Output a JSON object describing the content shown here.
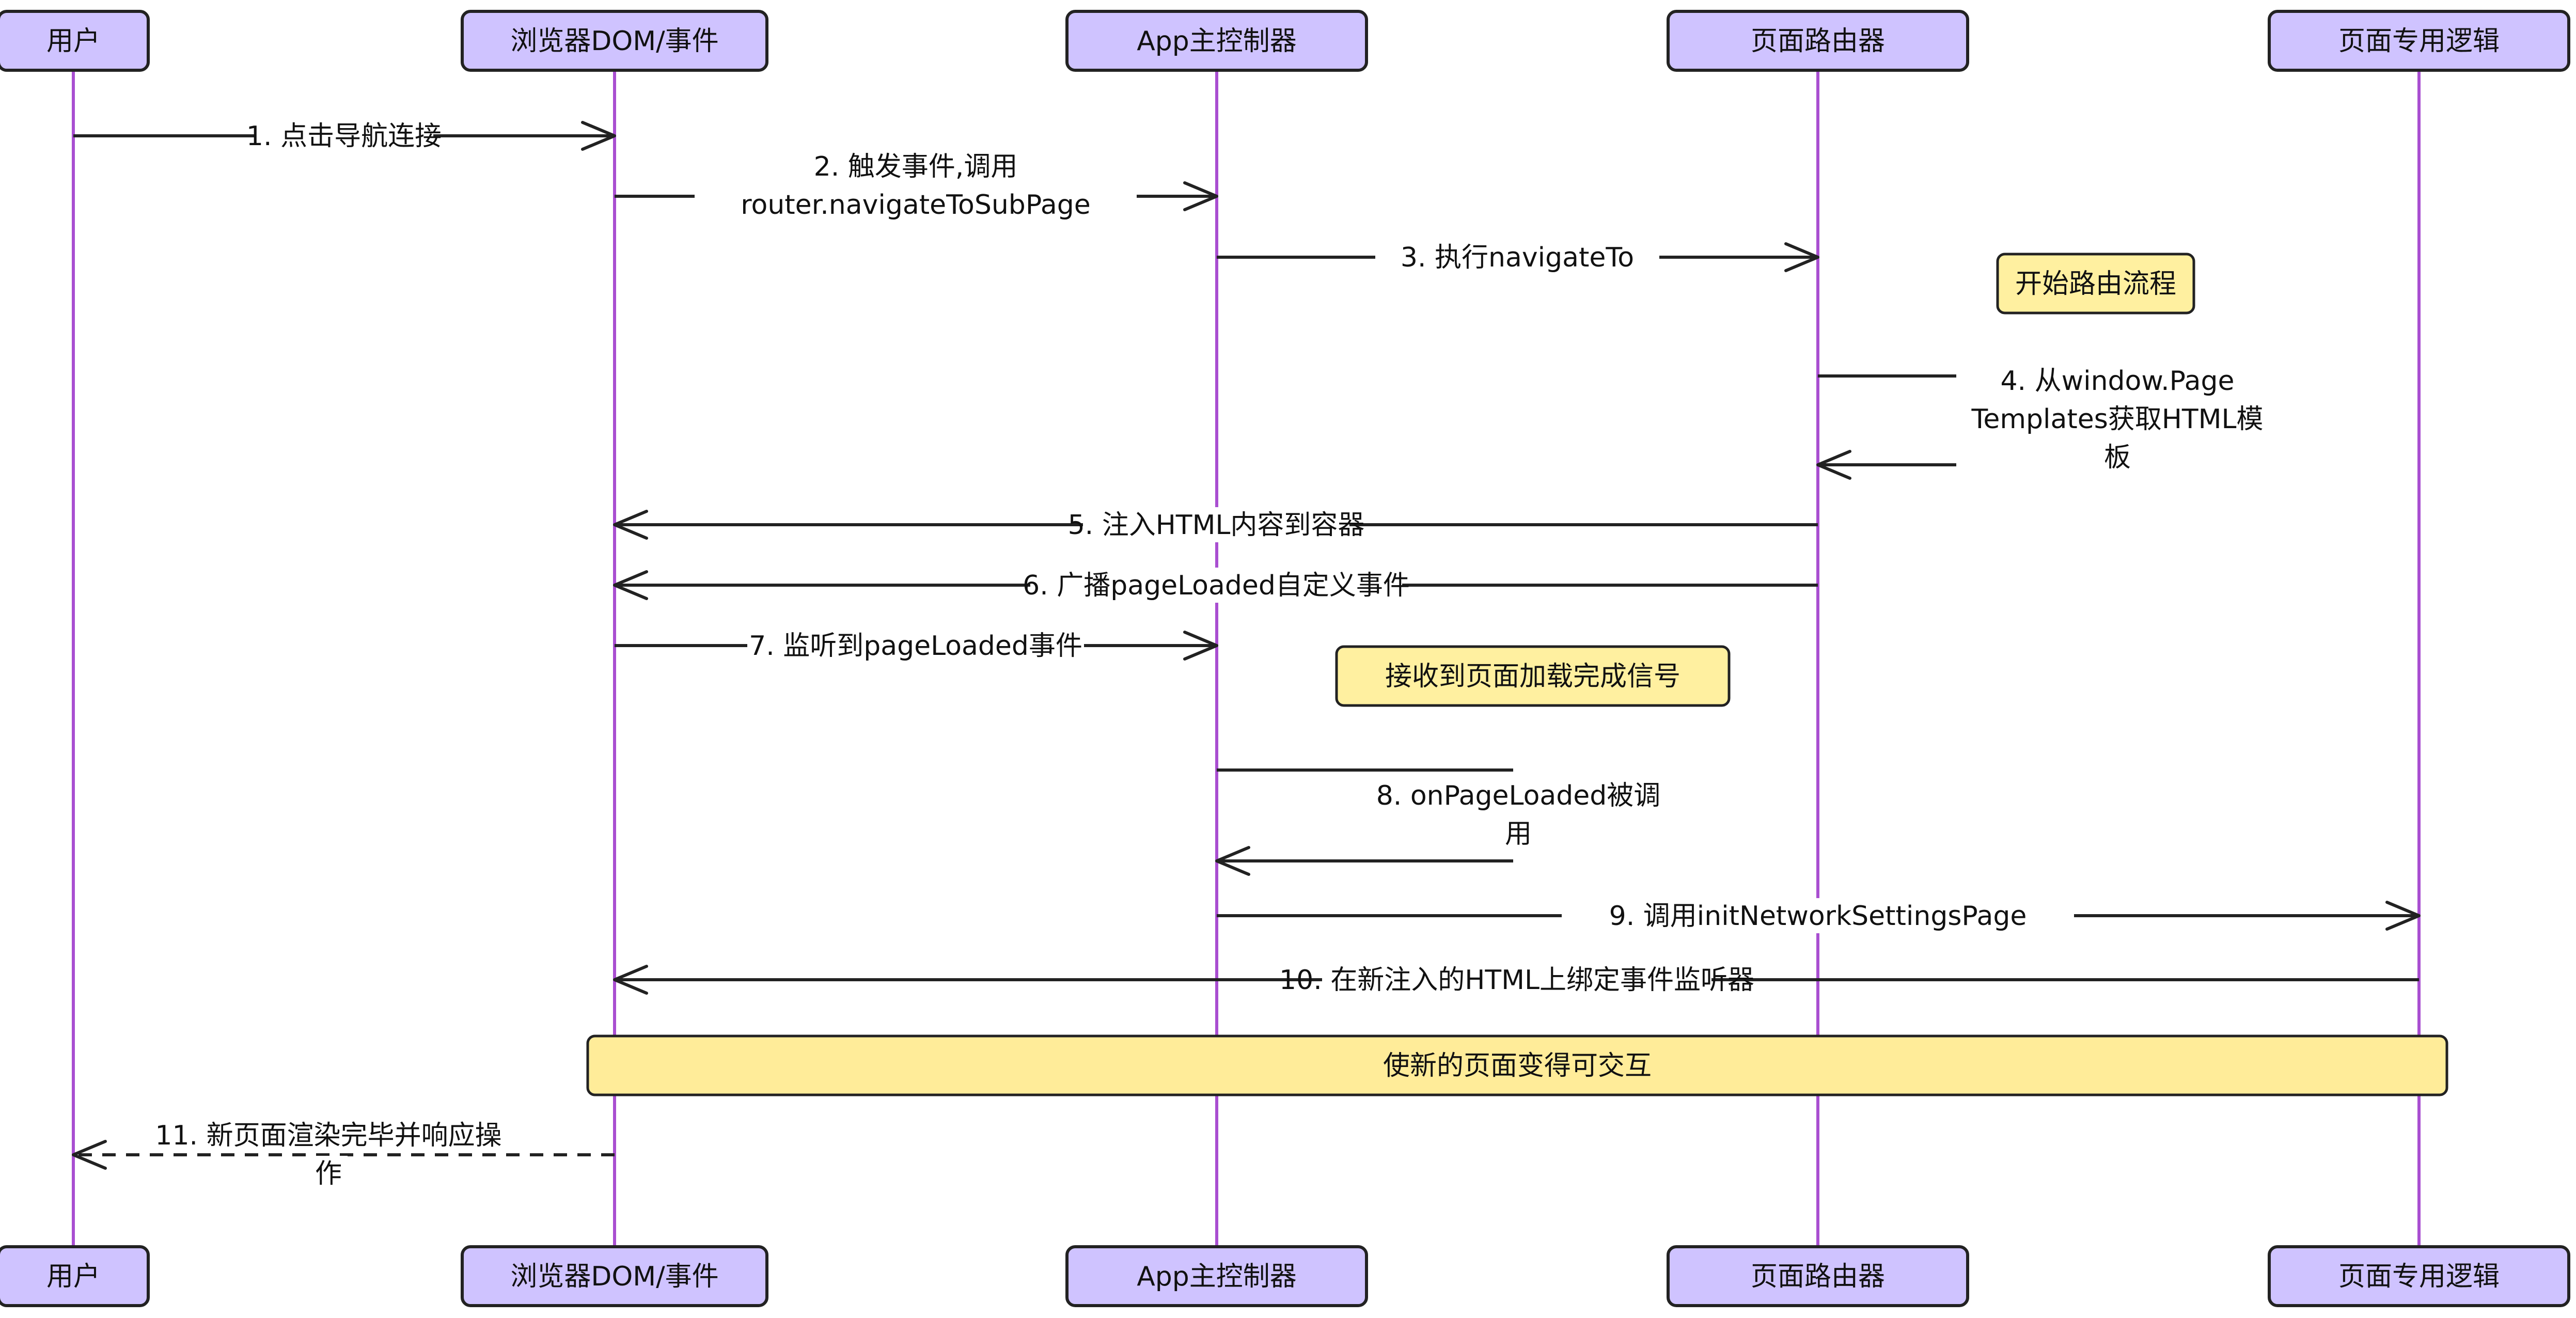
{
  "actors": [
    {
      "id": "user",
      "label": "用户"
    },
    {
      "id": "dom",
      "label": "浏览器DOM/事件"
    },
    {
      "id": "app",
      "label": "App主控制器"
    },
    {
      "id": "router",
      "label": "页面路由器"
    },
    {
      "id": "page",
      "label": "页面专用逻辑"
    }
  ],
  "messages": [
    {
      "from": "user",
      "to": "dom",
      "lines": [
        "1. 点击导航连接"
      ]
    },
    {
      "from": "dom",
      "to": "app",
      "lines": [
        "2. 触发事件,调用",
        "router.navigateToSubPage"
      ]
    },
    {
      "from": "app",
      "to": "router",
      "lines": [
        "3. 执行navigateTo"
      ]
    },
    {
      "from": "router",
      "to": "router",
      "lines": [
        "4. 从window.Page",
        "Templates获取HTML模",
        "板"
      ]
    },
    {
      "from": "router",
      "to": "dom",
      "lines": [
        "5. 注入HTML内容到容器"
      ]
    },
    {
      "from": "router",
      "to": "dom",
      "lines": [
        "6. 广播pageLoaded自定义事件"
      ]
    },
    {
      "from": "dom",
      "to": "app",
      "lines": [
        "7. 监听到pageLoaded事件"
      ]
    },
    {
      "from": "app",
      "to": "app",
      "lines": [
        "8. onPageLoaded被调",
        "用"
      ]
    },
    {
      "from": "app",
      "to": "page",
      "lines": [
        "9. 调用initNetworkSettingsPage"
      ]
    },
    {
      "from": "page",
      "to": "dom",
      "lines": [
        "10. 在新注入的HTML上绑定事件监听器"
      ]
    },
    {
      "from": "dom",
      "to": "user",
      "dashed": true,
      "lines": [
        "11. 新页面渲染完毕并响应操",
        "作"
      ]
    }
  ],
  "notes": [
    {
      "text": "开始路由流程"
    },
    {
      "text": "接收到页面加载完成信号"
    },
    {
      "text": "使新的页面变得可交互"
    }
  ]
}
